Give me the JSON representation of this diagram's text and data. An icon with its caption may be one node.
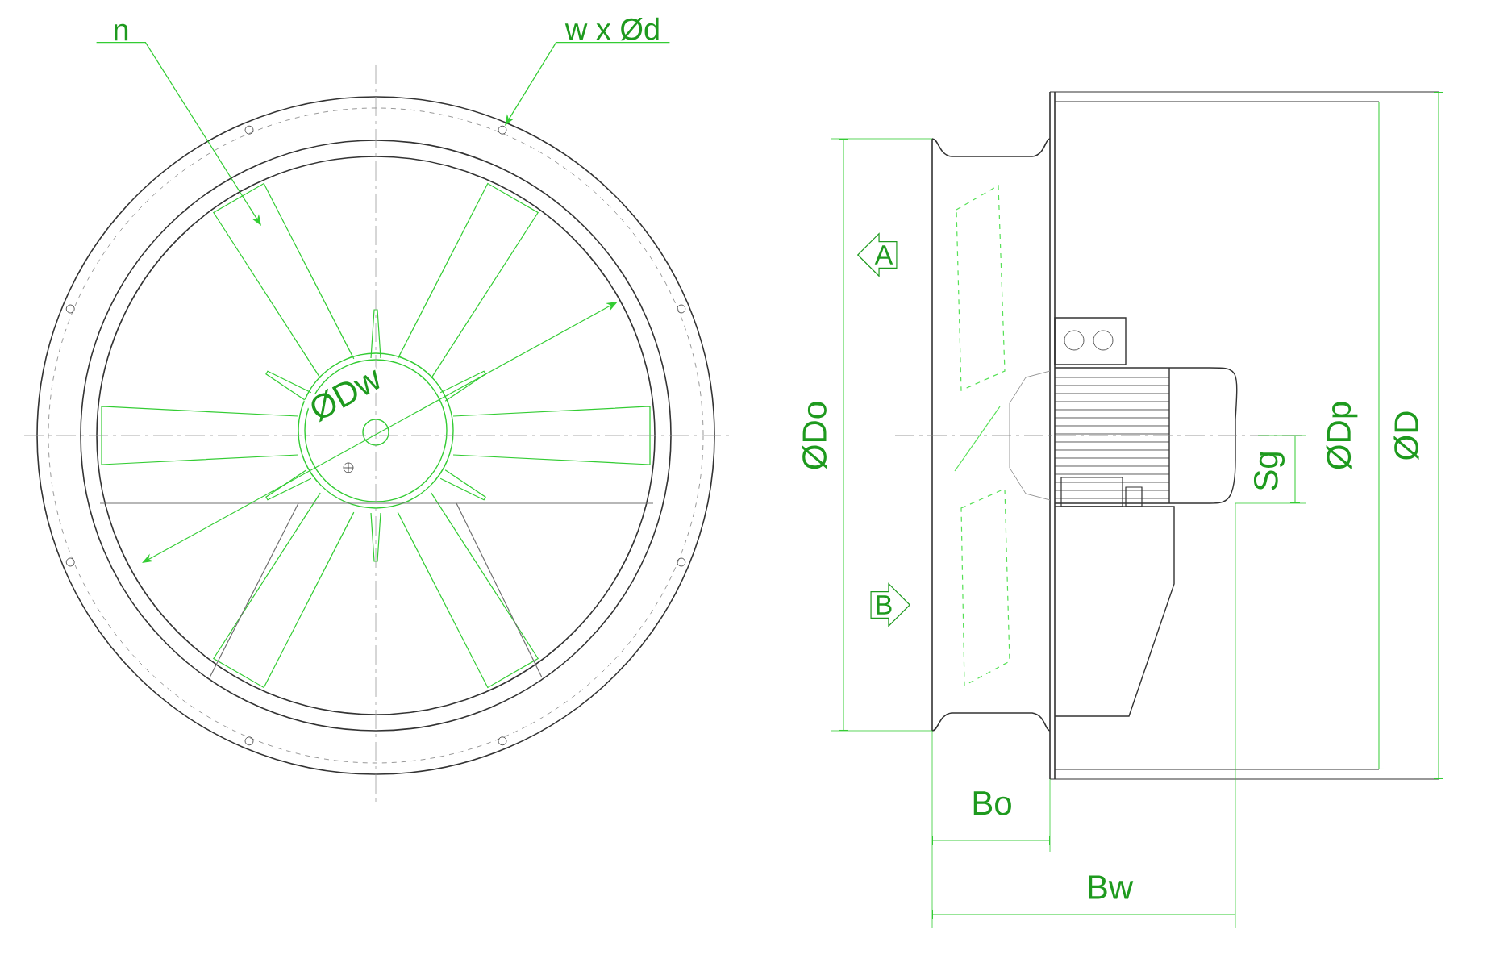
{
  "diagram": {
    "nodes": [
      {
        "text": [
          "n"
        ]
      },
      {
        "text": [
          "w x Ød"
        ]
      },
      {
        "text": [
          "A"
        ]
      },
      {
        "text": [
          "B"
        ]
      }
    ],
    "edges": [
      {
        "from": 0,
        "to": null,
        "arrow": "to"
      },
      {
        "from": 1,
        "to": null,
        "arrow": "to"
      }
    ],
    "labels": [
      "ØDw",
      "ØDo",
      "ØDp",
      "ØD",
      "Sg",
      "Bo",
      "Bw"
    ]
  }
}
